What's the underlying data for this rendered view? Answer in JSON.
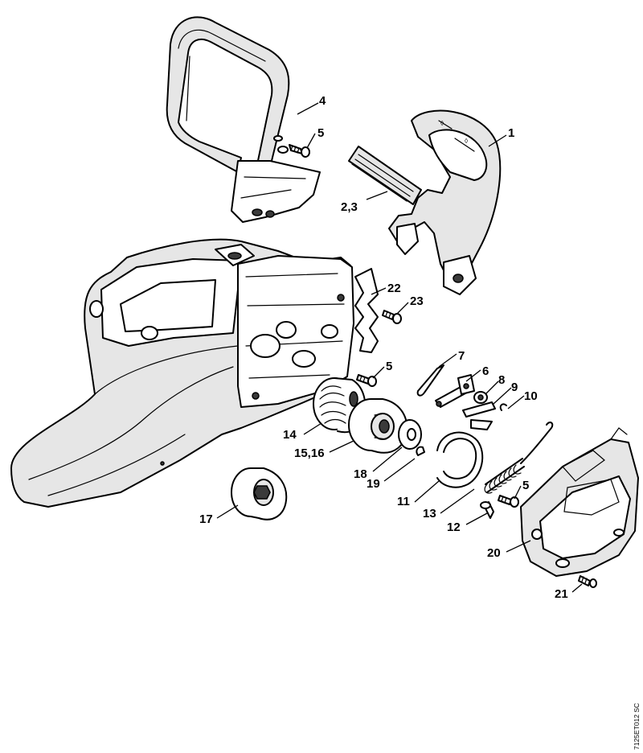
{
  "labels": {
    "p1": "1",
    "p23": "2,3",
    "p4": "4",
    "p5a": "5",
    "p22": "22",
    "p23b": "23",
    "p7": "7",
    "p6": "6",
    "p8": "8",
    "p9": "9",
    "p10": "10",
    "p5b": "5",
    "p14": "14",
    "p1516": "15,16",
    "p18": "18",
    "p19": "19",
    "p11": "11",
    "p13": "13",
    "p5c": "5",
    "p12": "12",
    "p17": "17",
    "p20": "20",
    "p21": "21"
  },
  "drawing_code": "7125ET012 SC"
}
